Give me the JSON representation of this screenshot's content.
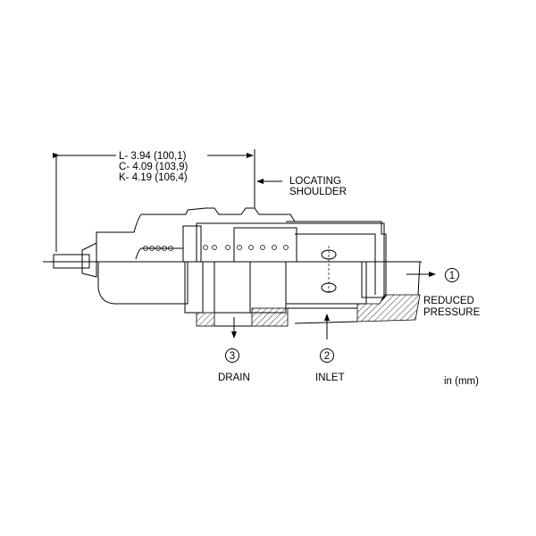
{
  "dimensions": {
    "l": "L- 3.94 (100,1)",
    "c": "C- 4.09 (103,9)",
    "k": "K- 4.19 (106,4)"
  },
  "locating_shoulder": [
    "LOCATING",
    "SHOULDER"
  ],
  "ports": [
    {
      "number": "1",
      "label_lines": [
        "REDUCED",
        "PRESSURE"
      ]
    },
    {
      "number": "2",
      "label_lines": [
        "INLET"
      ]
    },
    {
      "number": "3",
      "label_lines": [
        "DRAIN"
      ]
    }
  ],
  "units": "in (mm)"
}
